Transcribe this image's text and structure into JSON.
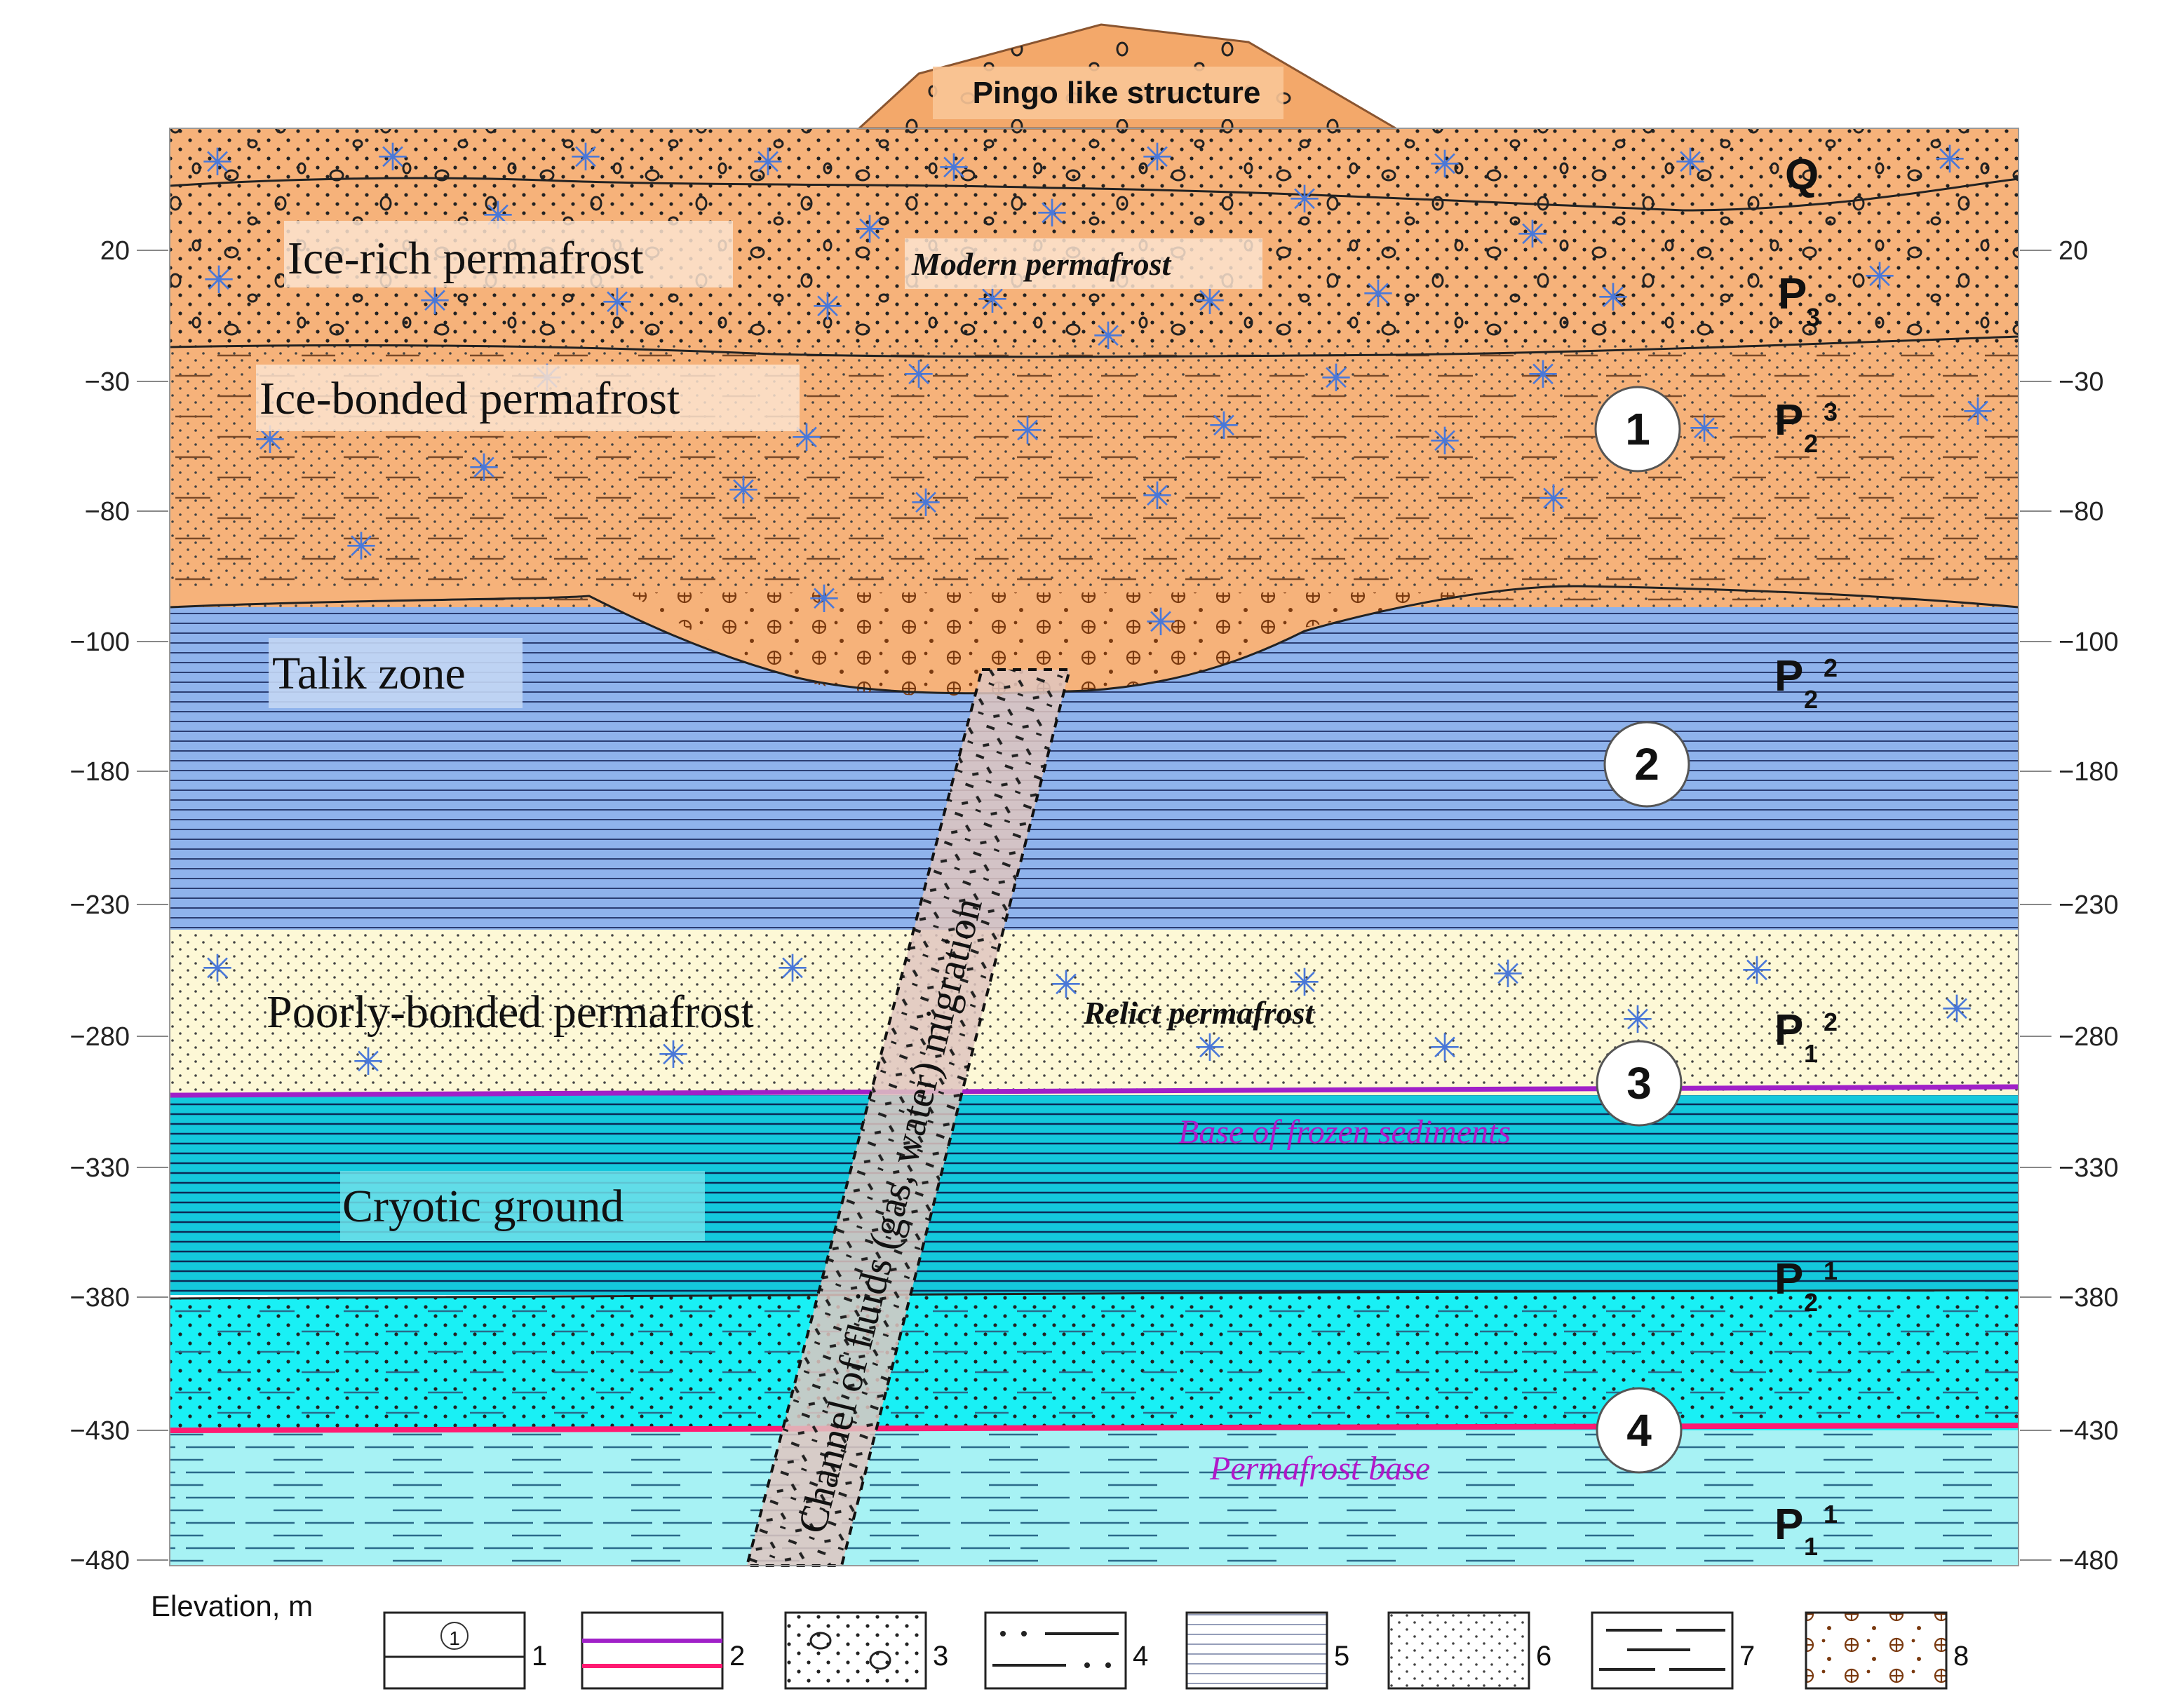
{
  "axis": {
    "ticks_left": [
      "20",
      "−30",
      "−80",
      "−100",
      "−180",
      "−230",
      "−280",
      "−330",
      "−380",
      "−430",
      "−480"
    ],
    "ticks_right": [
      "20",
      "−30",
      "−80",
      "−100",
      "−180",
      "−230",
      "−280",
      "−330",
      "−380",
      "−430",
      "−480"
    ],
    "label": "Elevation, m"
  },
  "labels": {
    "pingo": "Pingo like structure",
    "ice_rich": "Ice-rich permafrost",
    "modern": "Modern permafrost",
    "ice_bonded": "Ice-bonded permafrost",
    "talik": "Talik zone",
    "poorly_bonded": "Poorly-bonded permafrost",
    "relict": "Relict permafrost",
    "base_frozen": "Base of frozen sediments",
    "cryotic": "Cryotic ground",
    "permafrost_base": "Permafrost base",
    "channel": "Channel of fluids (gas, water) migration"
  },
  "strat_indices": [
    {
      "base": "Q",
      "sup": "",
      "sub": ""
    },
    {
      "base": "P",
      "sup": "",
      "sub": "3"
    },
    {
      "base": "P",
      "sup": "3",
      "sub": "2"
    },
    {
      "base": "P",
      "sup": "2",
      "sub": "2"
    },
    {
      "base": "P",
      "sup": "1",
      "sub": "2"
    },
    {
      "base": "P",
      "sup": "2",
      "sub": "1"
    },
    {
      "base": "P",
      "sup": "1",
      "sub": "1"
    }
  ],
  "circled_numbers": [
    "1",
    "2",
    "3",
    "4"
  ],
  "legend": {
    "items": [
      "1",
      "2",
      "3",
      "4",
      "5",
      "6",
      "7",
      "8"
    ],
    "swatch1_circle": "1"
  },
  "colors": {
    "orange": "#f6b27a",
    "blue": "#8fb3ec",
    "cream": "#fdf8d6",
    "cyan_dark": "#14c8dc",
    "cyan": "#19f0f5",
    "cyan_light": "#a7f2f4",
    "purple": "#a020c8",
    "pink": "#ff1a72",
    "star": "#4a78d8"
  }
}
